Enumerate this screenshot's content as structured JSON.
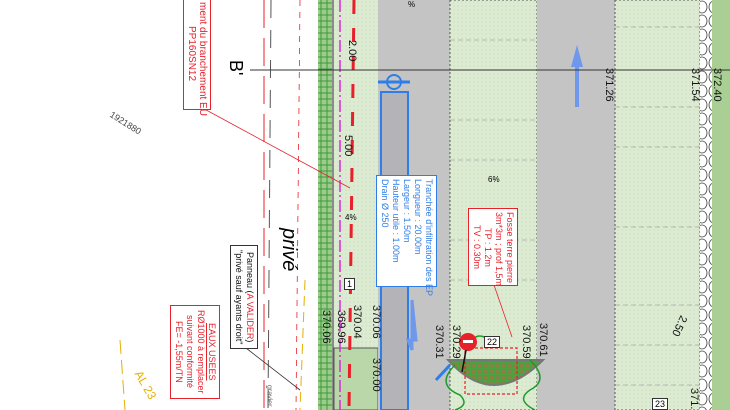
{
  "labels": {
    "branchement": [
      "ment du branchement EU",
      "PP160SN12"
    ],
    "section": "B'",
    "parcel_id": "1921880",
    "prive": "privé",
    "al": "AL 23",
    "gravier": "gravier",
    "dim_200": "2.00",
    "dim_500": "5.00",
    "dim_250": "2.50",
    "slope_4": "4%",
    "slope_6": "6%",
    "slope_top": "%",
    "tag_1": "1",
    "tag_22": "22",
    "tag_23": "23"
  },
  "trench_box": [
    "Tranchée d'infiltration des EP",
    "Longueur : 20.00m",
    "Largeur : 1.50m",
    "Hauteur utile : 1.00m",
    "Drain Ø 250"
  ],
  "panneau_box": {
    "line1_pre": "Panneau (",
    "line1_red": "A VALIDER",
    "line1_post": ")",
    "line2": "\"privé sauf ayants droit\""
  },
  "eaux_box": [
    "EAUX USEES",
    "RØ1000 à remplacer",
    "suivant conformité",
    "FE= -1,55m/TN"
  ],
  "fosse_box": [
    "Fosse terre pierre",
    "3m*3m ; prof 1,5m",
    "TP : 1.2m",
    "TV : 0.30m"
  ],
  "elevations": [
    "370.06",
    "369.96",
    "370.04",
    "370.06",
    "370.00",
    "370.31",
    "370.29",
    "370.59",
    "370.61",
    "371.26",
    "371.54",
    "372.40",
    "371."
  ],
  "colors": {
    "red": "#e8202a",
    "blue": "#2d7ee8",
    "grass": "#dcebd2",
    "road": "#c4c4c4",
    "magenta": "#d62cd6"
  }
}
